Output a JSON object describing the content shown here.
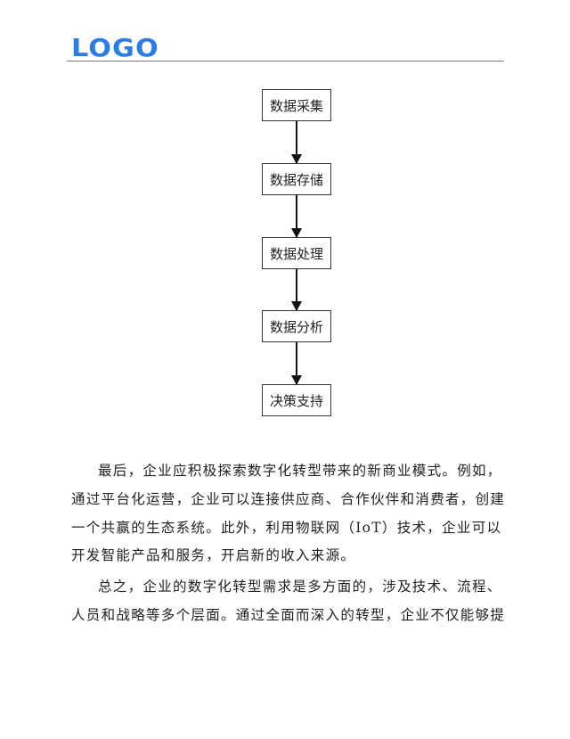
{
  "header": {
    "logo": "LOGO"
  },
  "flowchart": {
    "steps": [
      "数据采集",
      "数据存储",
      "数据处理",
      "数据分析",
      "决策支持"
    ]
  },
  "body": {
    "paragraphs": [
      {
        "lines": [
          "最后，企业应积极探索数字化转型带来的新商业模式。例如，",
          "通过平台化运营，企业可以连接供应商、合作伙伴和消费者，创建",
          "一个共赢的生态系统。此外，利用物联网（IoT）技术，企业可以",
          "开发智能产品和服务，开启新的收入来源。"
        ]
      },
      {
        "lines": [
          "总之，企业的数字化转型需求是多方面的，涉及技术、流程、",
          "人员和战略等多个层面。通过全面而深入的转型，企业不仅能够提"
        ]
      }
    ]
  }
}
